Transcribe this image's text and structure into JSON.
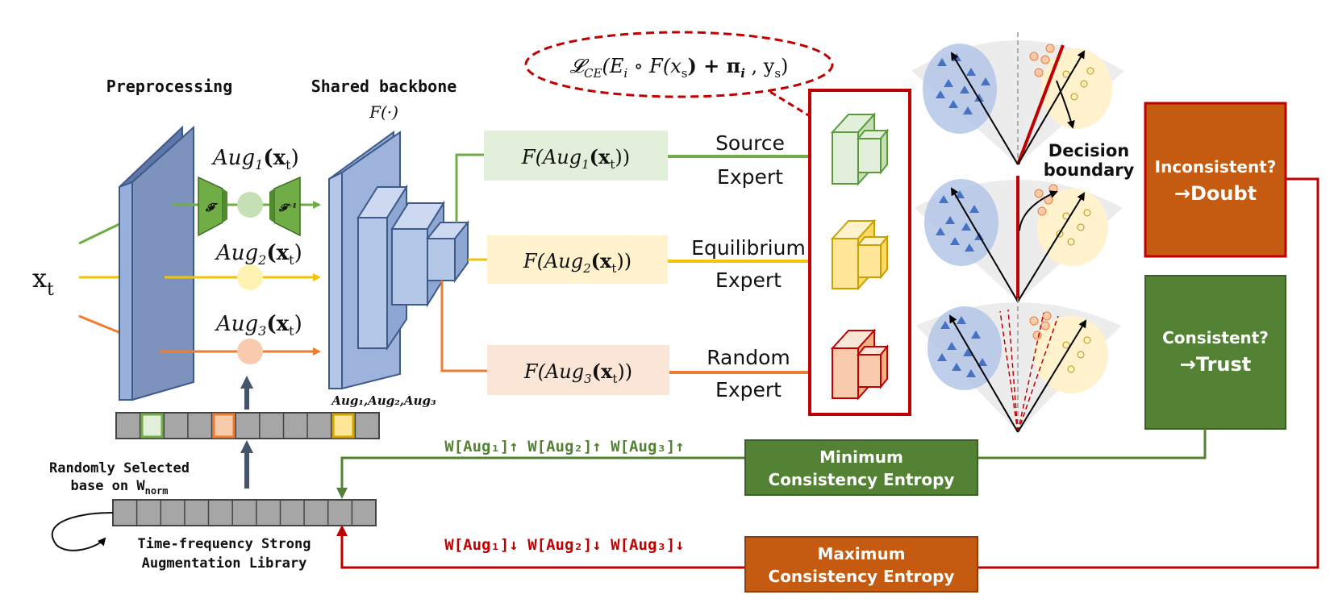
{
  "labels": {
    "preprocessing": "Preprocessing",
    "shared_backbone": "Shared backbone",
    "backbone_fn": "F(·)",
    "input": "x",
    "input_sub": "t",
    "randomly_selected_l1": "Randomly Selected",
    "randomly_selected_l2": "base on W",
    "randomly_selected_sub": "norm",
    "library_l1": "Time-frequency Strong",
    "library_l2": "Augmentation Library",
    "fft": "𝓕",
    "ifft": "𝓕⁻¹",
    "aug_list": "Aug₁,Aug₂,Aug₃",
    "decision_l1": "Decision",
    "decision_l2": "boundary"
  },
  "augs": [
    {
      "label": "Aug",
      "sub": "1",
      "arg": "(x",
      "argsub": "t",
      "close": ")"
    },
    {
      "label": "Aug",
      "sub": "2",
      "arg": "(x",
      "argsub": "t",
      "close": ")"
    },
    {
      "label": "Aug",
      "sub": "3",
      "arg": "(x",
      "argsub": "t",
      "close": ")"
    }
  ],
  "features": [
    {
      "pre": "F(Aug",
      "sub": "1",
      "mid": "(x",
      "sub2": "t",
      "post": "))"
    },
    {
      "pre": "F(Aug",
      "sub": "2",
      "mid": "(x",
      "sub2": "t",
      "post": "))"
    },
    {
      "pre": "F(Aug",
      "sub": "3",
      "mid": "(x",
      "sub2": "t",
      "post": "))"
    }
  ],
  "experts": [
    {
      "name": "Source",
      "role": "Expert"
    },
    {
      "name": "Equilibrium",
      "role": "Expert"
    },
    {
      "name": "Random",
      "role": "Expert"
    }
  ],
  "loss": {
    "text": "𝓛",
    "sub": "CE",
    "body": "(E",
    "sub2": "i",
    "mid": " ∘ F(x",
    "sub3": "s",
    "plus": ") + π",
    "sub4": "i",
    "end": " , y",
    "sub5": "s",
    "close": ")"
  },
  "decisions": {
    "inconsistent_l1": "Inconsistent?",
    "inconsistent_l2": "→Doubt",
    "consistent_l1": "Consistent?",
    "consistent_l2": "→Trust"
  },
  "entropy": {
    "min_l1": "Minimum",
    "min_l2": "Consistency Entropy",
    "max_l1": "Maximum",
    "max_l2": "Consistency Entropy"
  },
  "weights": {
    "up": "W[Aug₁]↑ W[Aug₂]↑ W[Aug₃]↑",
    "down": "W[Aug₁]↓ W[Aug₂]↓ W[Aug₃]↓"
  },
  "colors": {
    "green": "#5b9a3a",
    "yellow": "#f5c20a",
    "orange": "#ed7d31",
    "red": "#c00000",
    "blue_panel": "#7d93bd",
    "dark_orange_box": "#c55a11",
    "dark_green_box": "#548235"
  }
}
